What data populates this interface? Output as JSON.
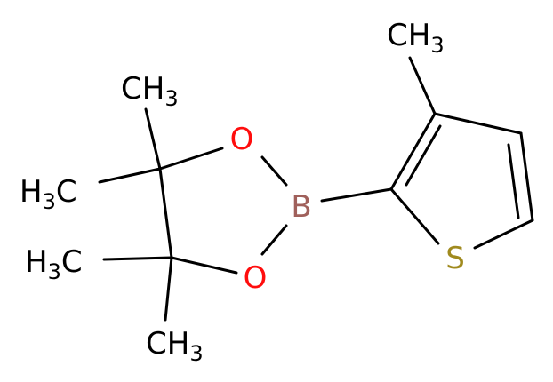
{
  "molecule": {
    "atoms": {
      "oxygen_top": "O",
      "oxygen_bottom": "O",
      "boron": "B",
      "sulfur": "S"
    },
    "methyl_groups": {
      "ring_methyl": {
        "text": "CH",
        "subscript": "3"
      },
      "upper_methyl": {
        "text": "CH",
        "subscript": "3"
      },
      "left_methyl_1": {
        "prefix": "H",
        "subscript": "3",
        "text": "C"
      },
      "left_methyl_2": {
        "prefix": "H",
        "subscript": "3",
        "text": "C"
      },
      "lower_methyl": {
        "text": "CH",
        "subscript": "3"
      }
    },
    "colors": {
      "bond": "#000000",
      "carbon": "#000000",
      "oxygen": "#ff0d0d",
      "boron": "#a0605b",
      "sulfur": "#a08a1e"
    }
  }
}
